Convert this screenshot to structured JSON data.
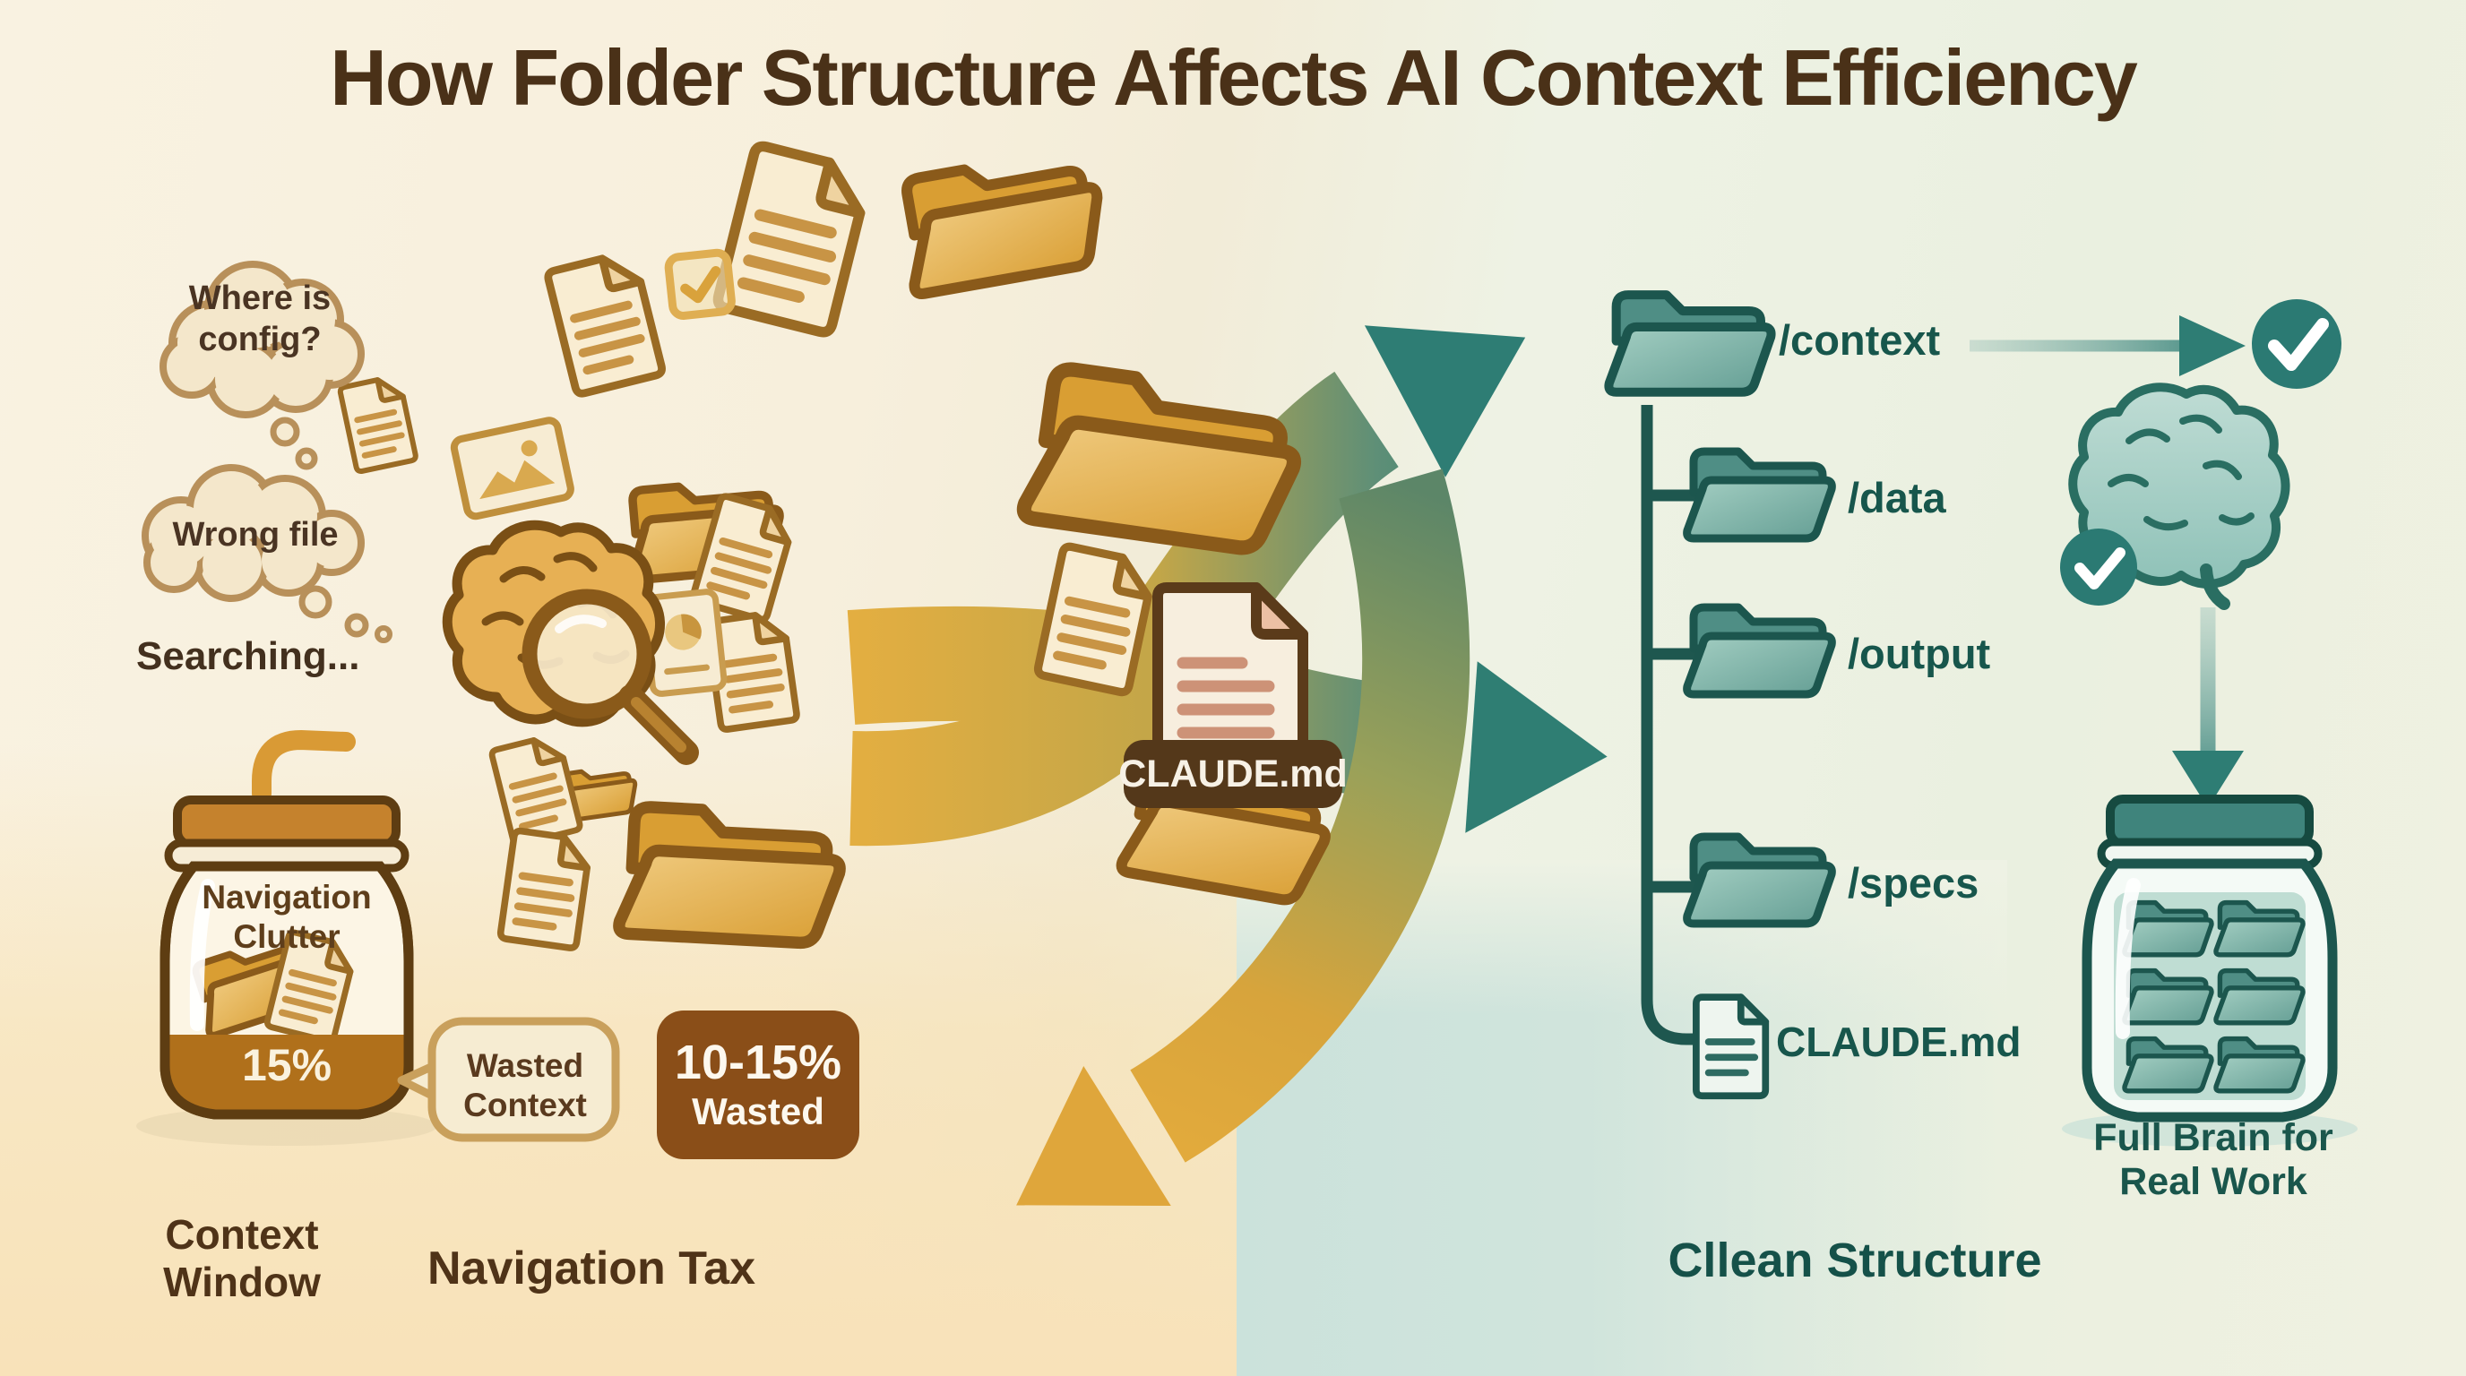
{
  "title": "How Folder Structure Affects AI Context Efficiency",
  "left": {
    "bubble_where": "Where is\nconfig?",
    "bubble_wrong": "Wrong file",
    "searching": "Searching...",
    "jar_label": "Navigation\nClutter",
    "jar_fill": "15%",
    "jar_caption": "Context\nWindow",
    "wasted_bubble": "Wasted\nContext",
    "badge_line1": "10-15%",
    "badge_line2": "Wasted",
    "section_label": "Navigation Tax"
  },
  "center": {
    "file_label": "CLAUDE.md"
  },
  "right": {
    "folders": [
      "/context",
      "/data",
      "/output",
      "/specs"
    ],
    "file_label": "CLAUDE.md",
    "section_label": "Cllean Structure",
    "jar_caption": "Full Brain for\nReal Work"
  },
  "colors": {
    "title_text": "#4A3118",
    "gold": "#D99E33",
    "gold_outline": "#8A5A1A",
    "brown_badge": "#8A4E18",
    "brown_label_bg": "#54381A",
    "teal": "#2E7D74",
    "teal_outline": "#1C564E",
    "teal_text": "#17564C",
    "cream_bg": "#F8F1E0",
    "mint_bg": "#E9F0E2"
  },
  "icons": {
    "check": "checkmark-in-circle",
    "brain": "brain",
    "magnifier": "magnifying-glass",
    "folder": "folder",
    "document": "document",
    "jar": "glass-jar",
    "thought_bubble": "cloud-thought-bubble"
  }
}
